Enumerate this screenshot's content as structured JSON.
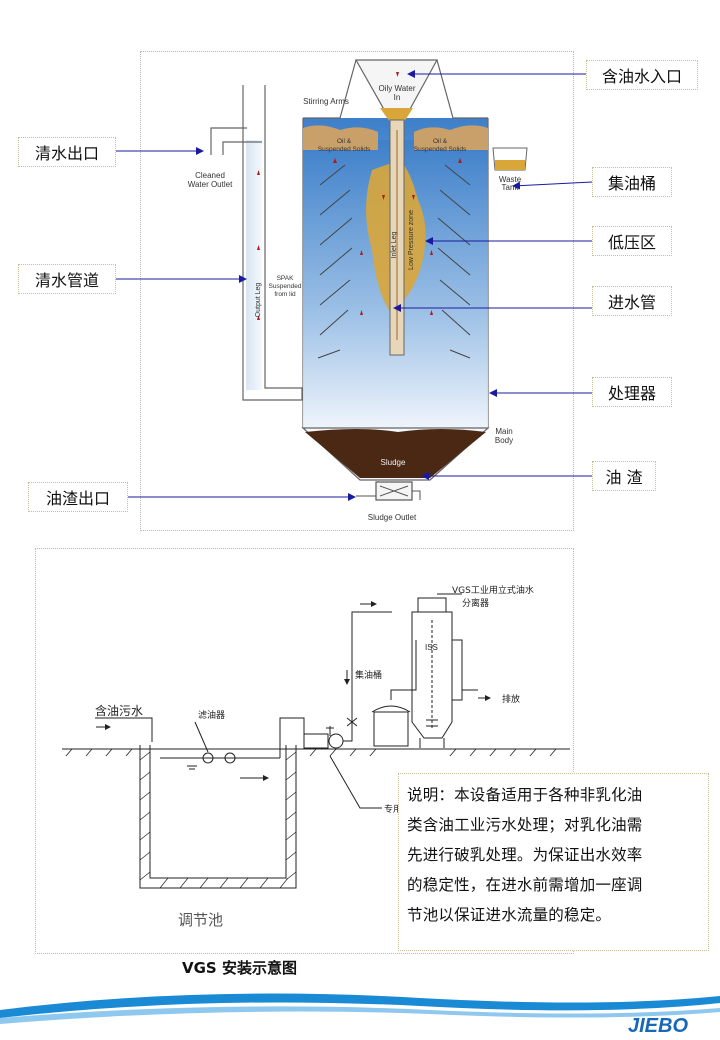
{
  "callouts": {
    "oily_water_inlet": "含油水入口",
    "clean_water_outlet": "清水出口",
    "oil_collect_bucket": "集油桶",
    "low_pressure_zone": "低压区",
    "inlet_pipe": "进水管",
    "clean_water_pipe": "清水管道",
    "processor": "处理器",
    "oil_sludge": "油 渣",
    "sludge_outlet": "油渣出口"
  },
  "upper_labels": {
    "oily_water_in_1": "Oily Water",
    "oily_water_in_2": "In",
    "stirring_arms": "Stirring Arms",
    "oil_solids_left_1": "Oil &",
    "oil_solids_left_2": "Suspended Solids",
    "oil_solids_right_1": "Oil &",
    "oil_solids_right_2": "Suspended Solids",
    "cleaned_outlet_1": "Cleaned",
    "cleaned_outlet_2": "Water Outlet",
    "waste_tank_1": "Waste",
    "waste_tank_2": "Tank",
    "output_leg": "Output Leg",
    "spak_1": "SPAK",
    "spak_2": "Suspended",
    "spak_3": "from lid",
    "inlet_leg": "Inlet Leg",
    "low_pressure": "Low Pressure zone",
    "main_body_1": "Main",
    "main_body_2": "Body",
    "sludge": "Sludge",
    "sludge_outlet": "Sludge Outlet"
  },
  "lower_labels": {
    "vgs_title_1": "VGS工业用立式油水",
    "vgs_title_2": "分离器",
    "iss": "ISS",
    "discharge": "排放",
    "oil_bucket": "集油桶",
    "oily_sewage": "含油污水",
    "filter": "滤油器",
    "pump": "专用水泵",
    "tank": "调节池"
  },
  "note": {
    "lines": [
      "说明：本设备适用于各种非乳化油",
      "类含油工业污水处理；对乳化油需",
      "先进行破乳处理。为保证出水效率",
      "的稳定性，在进水前需增加一座调",
      "节池以保证进水流量的稳定。"
    ]
  },
  "caption": "VGS 安装示意图",
  "logo": "JIEBO",
  "colors": {
    "callout_line": "#1a1aa0",
    "water_blue": "#3a80c8",
    "sludge": "#4a2814",
    "oil": "#d9a63a",
    "logo": "#1868b8",
    "swoosh": "#1a8ad4"
  }
}
